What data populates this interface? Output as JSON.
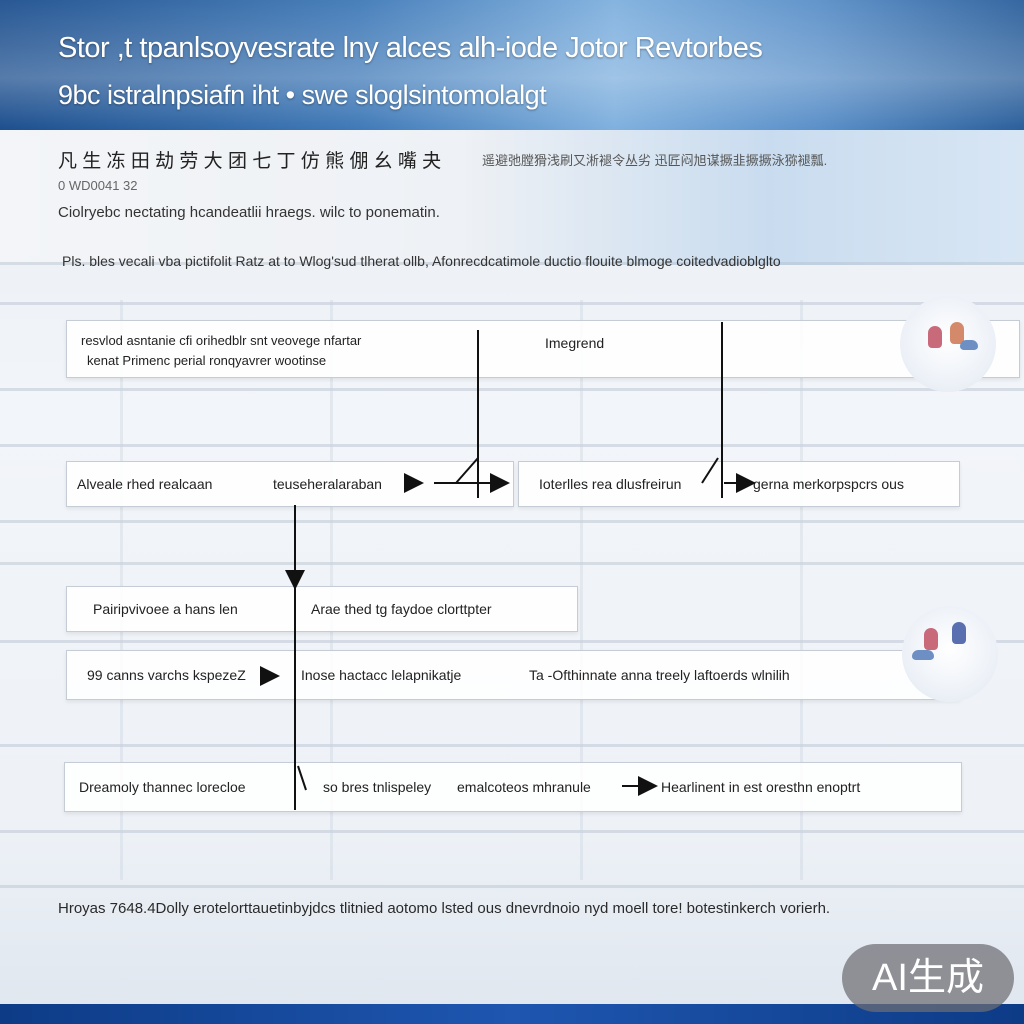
{
  "header": {
    "title": "Stor ,t tpanlsoyvesrate lny alces alh-iode  Jotor  Revtorbes",
    "subtitle": "9bc istralnpsiafn iht   •  swe sloglsintomolalgt"
  },
  "info": {
    "cjk_heading": "凡 生 冻 田 劫 劳 大  团 七 丁  仿 熊 倗 幺 嘴 夬",
    "cjk_right": "遥避弛膛猾浅刷又淅褪令丛劣 迅匠闷旭谋撅韭撅撅泳猕褪瓢.",
    "code": "0 WD0041 32",
    "description": "Ciolryebc nectating hcandeatlii hraegs. wilc to ponematin.",
    "notice": "Pls. bles vecali vba pictifolit Ratz at to Wlog'sud tlherat ollb,  Afonrecdcatimole ductio flouite blmoge coitedvadioblglto"
  },
  "diagram": {
    "box1": {
      "line1": "resvlod asntanie cfi orihedblr snt veovege nfartar",
      "line2": "kenat  Primenc perial ronqyavrer wootinse",
      "right": "Imegrend"
    },
    "row2": {
      "a": "Alveale rhed realcaan",
      "b": "teuseheralaraban",
      "c": "Ioterlles rea dlusfreirun",
      "d": "gerna merkorpspcrs ous"
    },
    "row3": {
      "a": "Pairipvivoee a hans len",
      "b": "Arae thed tg faydoe clorttpter"
    },
    "row4": {
      "a": "99  canns varchs kspezeZ",
      "b": "Inose hactacc lelapnikatje",
      "c": "Ta -Ofthinnate anna treely laftoerds wlnilih"
    },
    "row5": {
      "a": "Dreamoly thannec lorecloe",
      "b": "so bres tnlispeley",
      "c": "emalcoteos mhranule",
      "d": "Hearlinent in  est oresthn enoptrt"
    }
  },
  "footer": {
    "text": "Hroyas 7648.4Dolly erotelorttauetinbyjdcs tlitnied aotomo lsted ous dnevrdnoio nyd moell tore! botestinkerch vorierh."
  },
  "badge": {
    "label": "AI生成"
  },
  "colors": {
    "banner_dark": "#1d4f8e",
    "banner_light": "#7fb0de",
    "bottom_bar": "#1e56b0",
    "badge_bg": "#6e6e73"
  }
}
